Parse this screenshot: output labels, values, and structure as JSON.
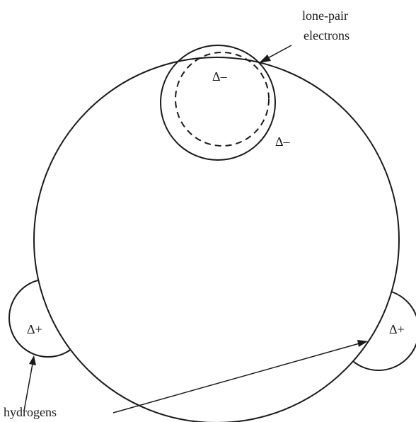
{
  "labels": {
    "lone_pair_line1": "lone-pair",
    "lone_pair_line2": "electrons",
    "delta_minus_inner": "Δ–",
    "delta_minus_outer": "Δ–",
    "delta_plus_left": "Δ+",
    "delta_plus_right": "Δ+",
    "hydrogens": "hydrogens"
  },
  "colors": {
    "stroke": "#1a1a1a",
    "background": "#ffffff"
  }
}
